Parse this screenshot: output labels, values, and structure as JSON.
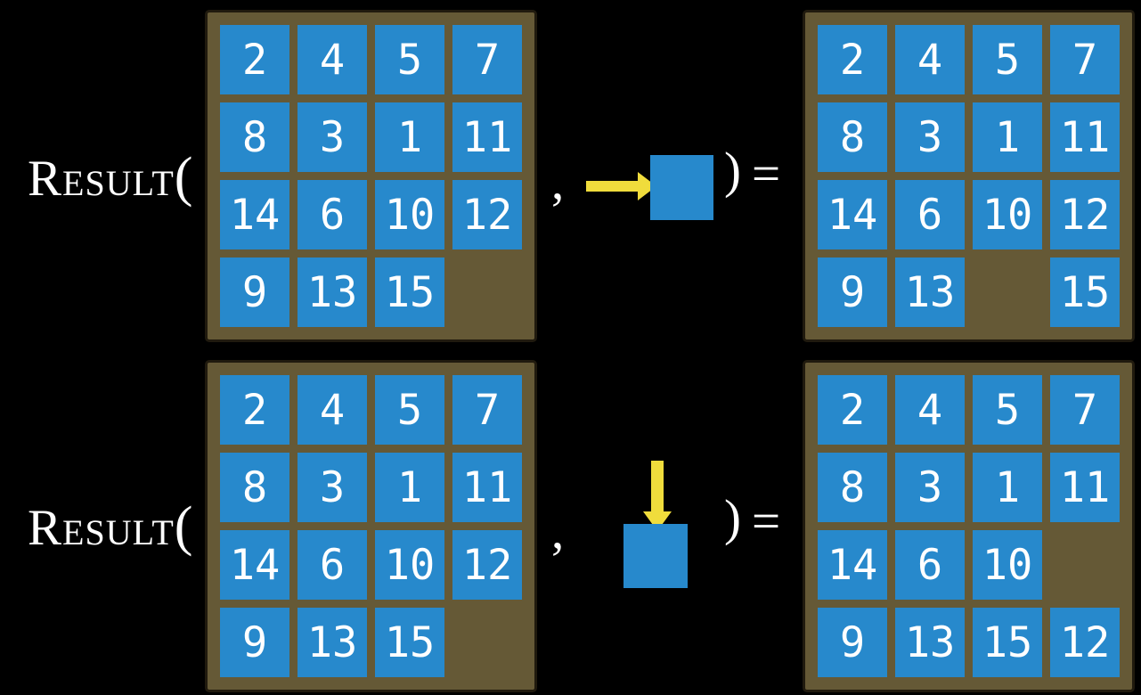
{
  "colors": {
    "background": "#000000",
    "board_brown": "#655936",
    "board_border": "#201a0e",
    "tile_blue": "#2789cc",
    "arrow_yellow": "#f0dc3c",
    "text_white": "#ffffff"
  },
  "equations": [
    {
      "function_name": "Result",
      "open_paren": "(",
      "comma": ",",
      "close_paren": ")",
      "equals_sign": "=",
      "action_direction": "right",
      "initial_state": [
        [
          "2",
          "4",
          "5",
          "7"
        ],
        [
          "8",
          "3",
          "1",
          "11"
        ],
        [
          "14",
          "6",
          "10",
          "12"
        ],
        [
          "9",
          "13",
          "15",
          null
        ]
      ],
      "result_state": [
        [
          "2",
          "4",
          "5",
          "7"
        ],
        [
          "8",
          "3",
          "1",
          "11"
        ],
        [
          "14",
          "6",
          "10",
          "12"
        ],
        [
          "9",
          "13",
          null,
          "15"
        ]
      ]
    },
    {
      "function_name": "Result",
      "open_paren": "(",
      "comma": ",",
      "close_paren": ")",
      "equals_sign": "=",
      "action_direction": "down",
      "initial_state": [
        [
          "2",
          "4",
          "5",
          "7"
        ],
        [
          "8",
          "3",
          "1",
          "11"
        ],
        [
          "14",
          "6",
          "10",
          "12"
        ],
        [
          "9",
          "13",
          "15",
          null
        ]
      ],
      "result_state": [
        [
          "2",
          "4",
          "5",
          "7"
        ],
        [
          "8",
          "3",
          "1",
          "11"
        ],
        [
          "14",
          "6",
          "10",
          null
        ],
        [
          "9",
          "13",
          "15",
          "12"
        ]
      ]
    }
  ]
}
